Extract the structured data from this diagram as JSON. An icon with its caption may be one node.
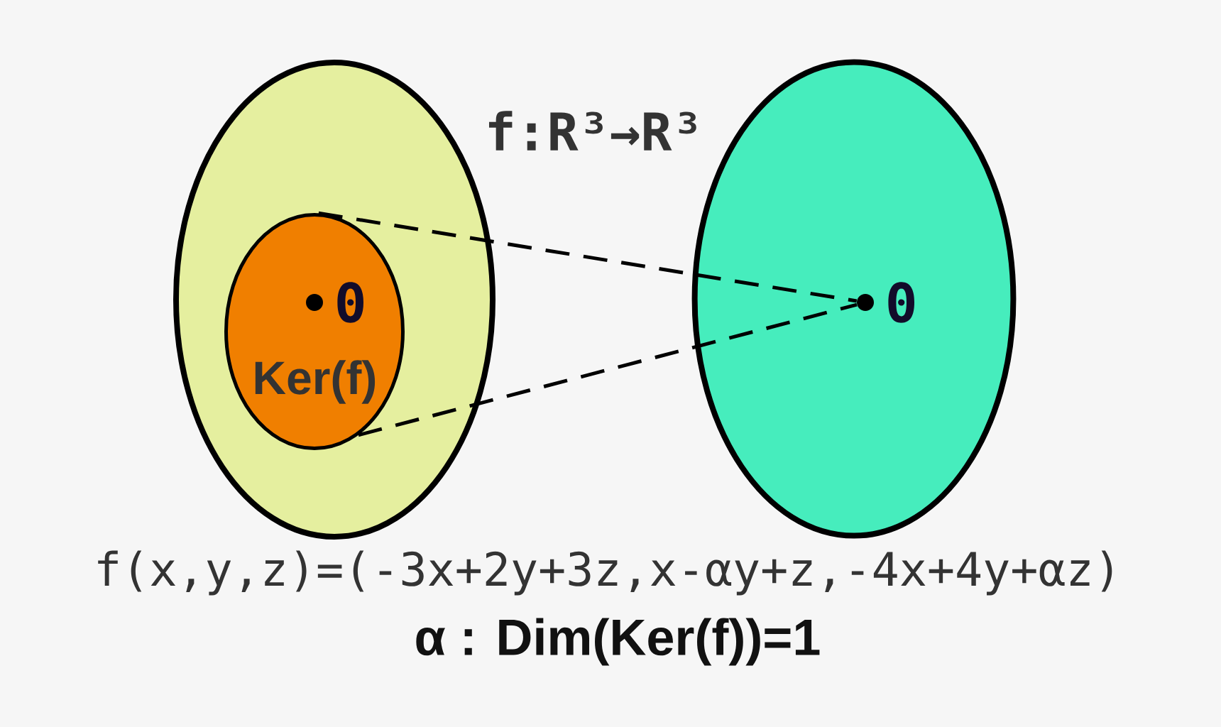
{
  "diagram": {
    "nodes": [
      {
        "text": [],
        "shape": "ellipse"
      },
      {
        "text": [
          "Ker(f)"
        ],
        "in": 0
      },
      {
        "text": [
          "0"
        ],
        "in": 1
      },
      {
        "text": [],
        "shape": "ellipse"
      },
      {
        "text": [
          "0"
        ],
        "in": 3
      }
    ],
    "edges": [
      {
        "from": 1,
        "to": 4,
        "arrow": "none",
        "style": "dashed"
      },
      {
        "from": 1,
        "to": 4,
        "arrow": "none",
        "style": "dashed"
      }
    ],
    "labels": [
      "f:R³→R³",
      "f(x,y,z)=(-3x+2y+3z,x-αy+z,-4x+4y+αz)",
      "α : Dim(Ker(f))=1"
    ]
  }
}
